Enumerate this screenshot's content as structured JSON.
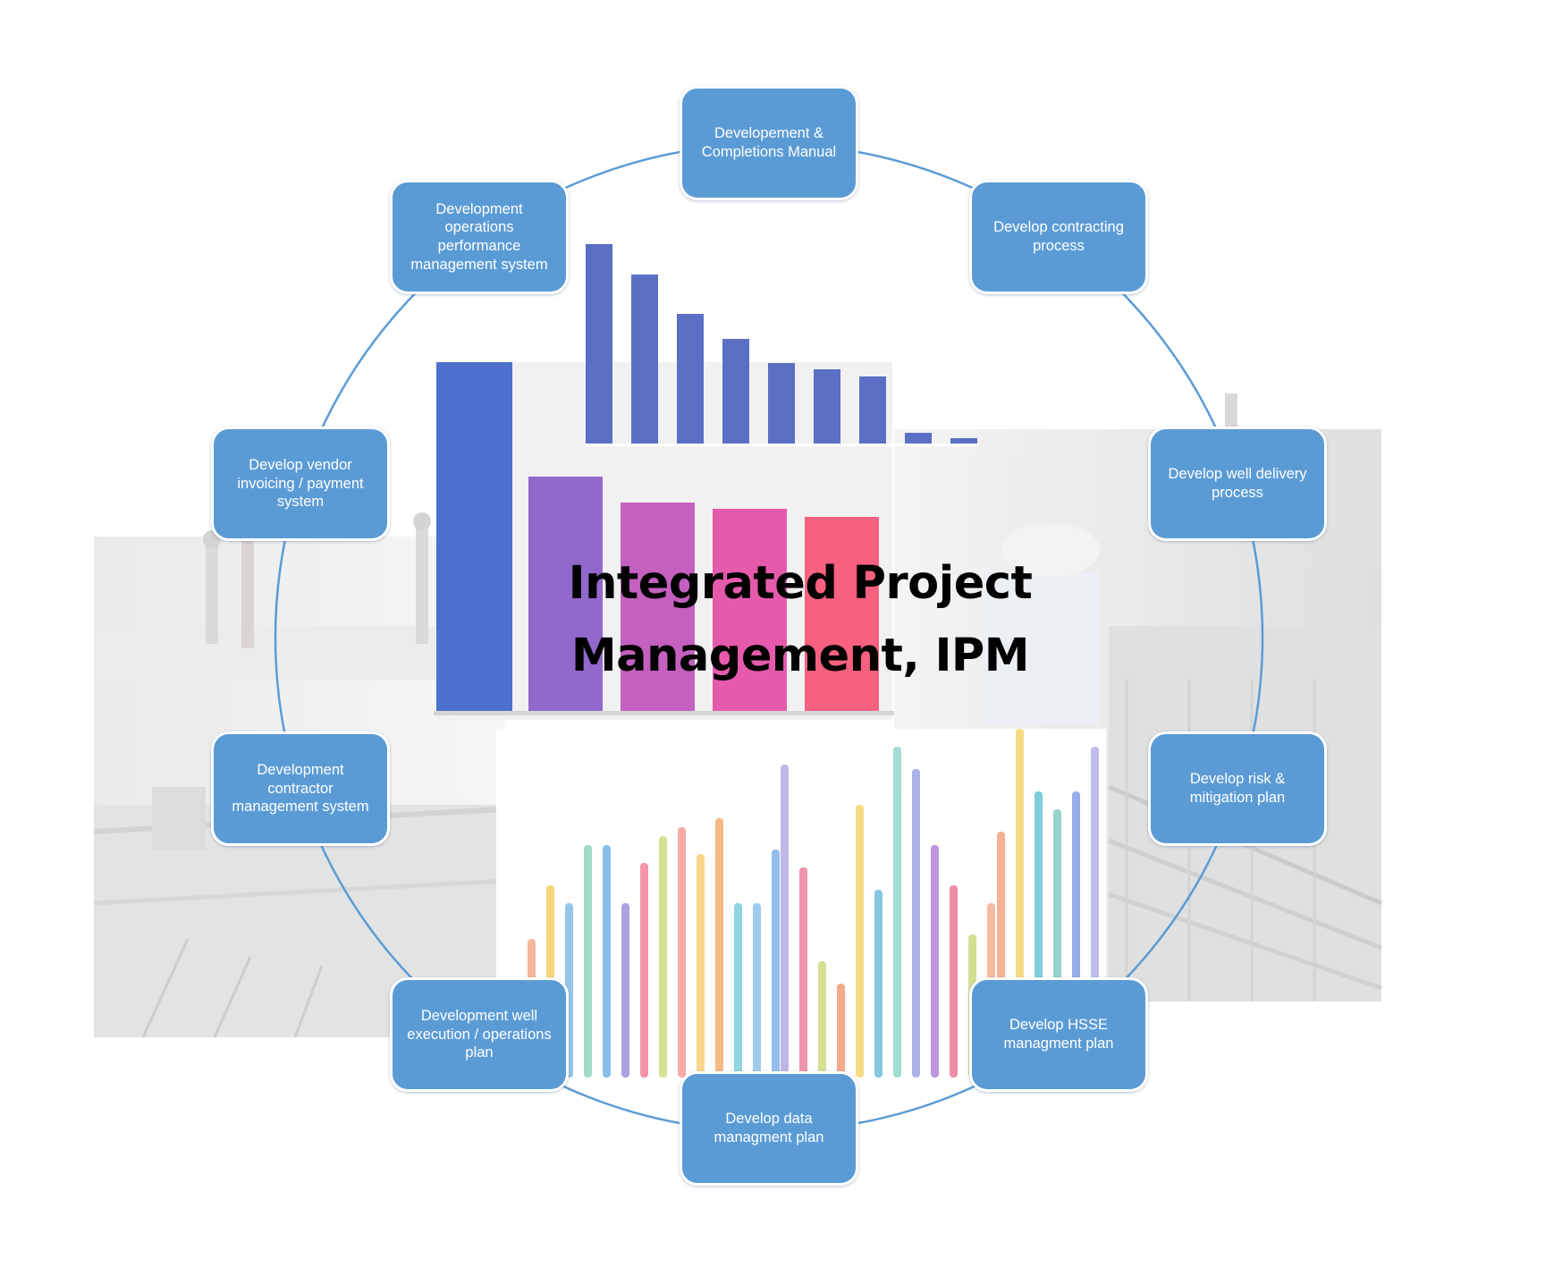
{
  "center_title": {
    "line1": "Integrated Project",
    "line2": "Management, IPM"
  },
  "colors": {
    "node_fill": "#5b9bd5",
    "node_border": "#ffffff",
    "ring": "#5b9bd5",
    "title": "#000000"
  },
  "nodes": [
    {
      "id": "manual",
      "label": "Developement & Completions Manual"
    },
    {
      "id": "contracting",
      "label": "Develop contracting process"
    },
    {
      "id": "well-delivery",
      "label": "Develop well delivery process"
    },
    {
      "id": "risk",
      "label": "Develop risk & mitigation plan"
    },
    {
      "id": "hsse",
      "label": "Develop HSSE managment plan"
    },
    {
      "id": "data",
      "label": "Develop data managment plan"
    },
    {
      "id": "well-execution",
      "label": "Development well execution / operations plan"
    },
    {
      "id": "contractor",
      "label": "Development contractor management system"
    },
    {
      "id": "vendor",
      "label": "Develop vendor invoicing / payment system"
    },
    {
      "id": "operations",
      "label": "Development operations performance management system"
    }
  ],
  "background_image": "project-photo-with-bar-charts"
}
